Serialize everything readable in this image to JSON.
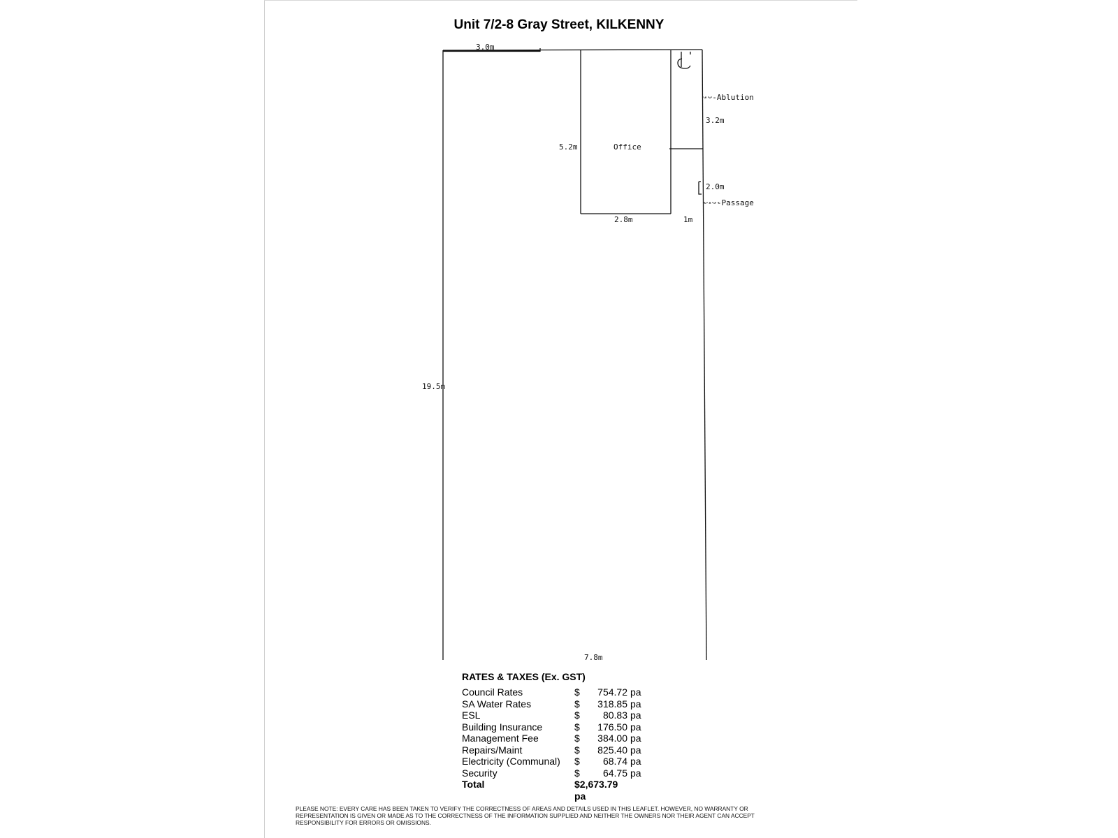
{
  "document": {
    "title": "Unit 7/2-8 Gray Street, KILKENNY"
  },
  "floor_plan": {
    "labels": {
      "top_width": "3.0m",
      "ablution": "---Ablution",
      "ablution_depth": "3.2m",
      "office_depth": "5.2m",
      "office": "Office",
      "passage_depth": "2.0m",
      "passage": "----Passage",
      "office_width": "2.8m",
      "passage_width": "1m",
      "side_length": "19.5m",
      "bottom_width": "7.8m"
    }
  },
  "rates": {
    "heading": "RATES & TAXES (Ex. GST)",
    "items": [
      {
        "name": "Council Rates",
        "currency": "$",
        "amount": "754.72",
        "unit": "pa"
      },
      {
        "name": "SA Water Rates",
        "currency": "$",
        "amount": "318.85",
        "unit": "pa"
      },
      {
        "name": "ESL",
        "currency": "$",
        "amount": "80.83",
        "unit": "pa"
      },
      {
        "name": "Building Insurance",
        "currency": "$",
        "amount": "176.50",
        "unit": "pa"
      },
      {
        "name": "Management Fee",
        "currency": "$",
        "amount": "384.00",
        "unit": "pa"
      },
      {
        "name": "Repairs/Maint",
        "currency": "$",
        "amount": "825.40",
        "unit": "pa"
      },
      {
        "name": "Electricity (Communal)",
        "currency": "$",
        "amount": "68.74",
        "unit": "pa"
      },
      {
        "name": "Security",
        "currency": "$",
        "amount": "64.75",
        "unit": "pa"
      }
    ],
    "total": {
      "name": "Total",
      "value": "$2,673.79 pa"
    }
  },
  "disclaimer": "PLEASE NOTE:  EVERY CARE HAS BEEN TAKEN TO VERIFY THE CORRECTNESS OF AREAS AND DETAILS USED IN THIS LEAFLET.  HOWEVER, NO WARRANTY OR REPRESENTATION IS GIVEN OR MADE AS TO THE CORRECTNESS OF THE INFORMATION SUPPLIED AND NEITHER THE OWNERS NOR THEIR AGENT CAN ACCEPT RESPONSIBILITY FOR ERRORS OR OMISSIONS."
}
